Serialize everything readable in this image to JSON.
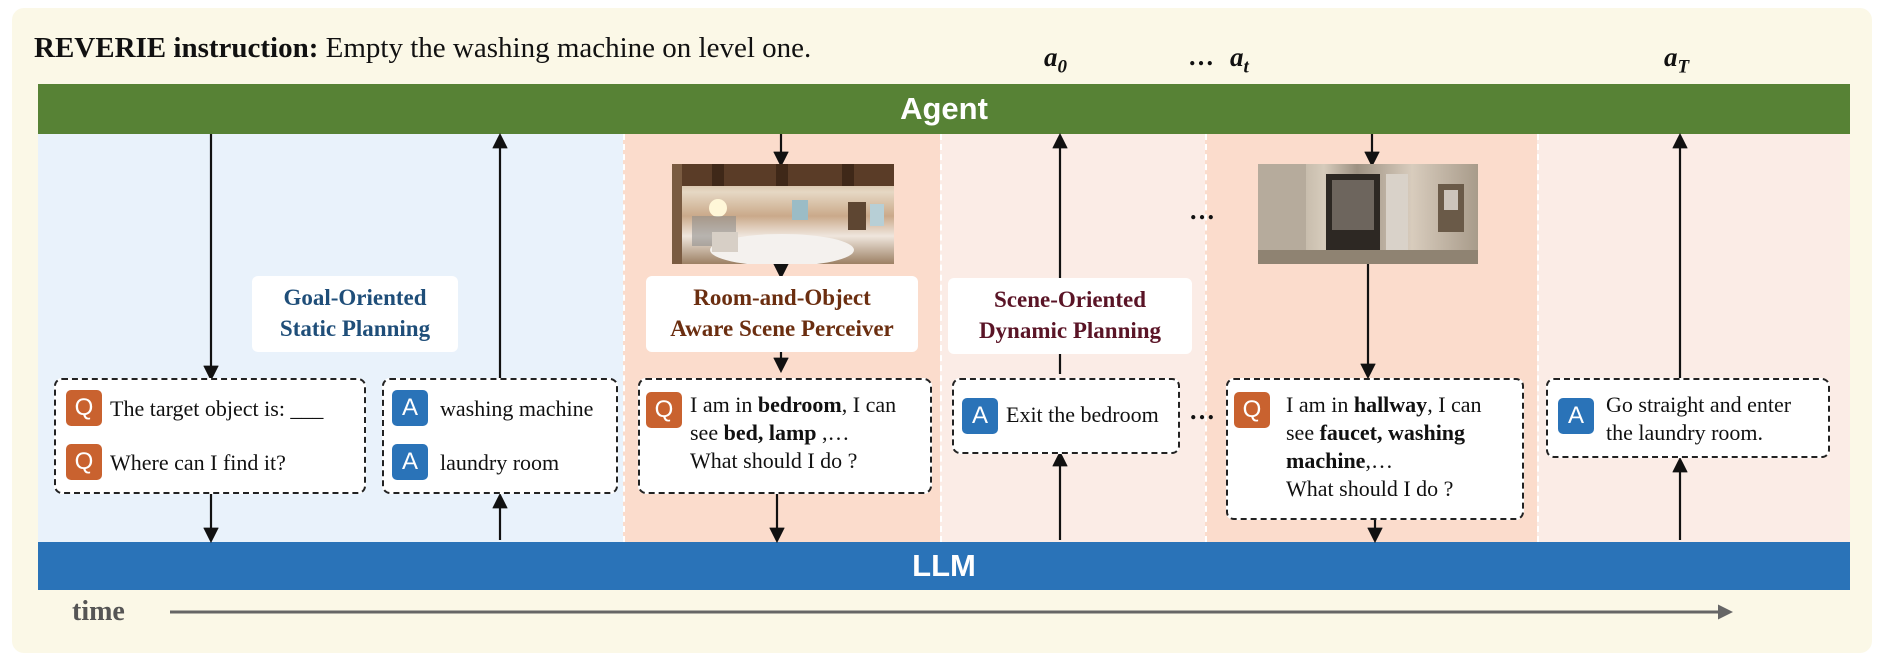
{
  "instruction": {
    "label": "REVERIE instruction:",
    "text": " Empty the washing machine on level one."
  },
  "actions": {
    "a0": "a",
    "a0_sub": "0",
    "dots": "…",
    "at": "a",
    "at_sub": "t",
    "aT": "a",
    "aT_sub": "T"
  },
  "agent": "Agent",
  "llm": "LLM",
  "time": "time",
  "labels": {
    "static_1": "Goal-Oriented",
    "static_2": "Static Planning",
    "perceiver_1": "Room-and-Object",
    "perceiver_2": "Aware Scene Perceiver",
    "dynamic_1": "Scene-Oriented",
    "dynamic_2": "Dynamic Planning"
  },
  "boxes": {
    "q_target": {
      "badge": "Q",
      "text": "The target object is: ___"
    },
    "q_where": {
      "badge": "Q",
      "text": "Where can I find it?"
    },
    "a_wm": {
      "badge": "A",
      "text": "washing machine"
    },
    "a_laundry": {
      "badge": "A",
      "text": "laundry room"
    },
    "q_bedroom": {
      "badge": "Q",
      "p1": "I am in ",
      "b1": "bedroom",
      "p2": ", I can",
      "p3": "see ",
      "b2": "bed, lamp",
      "p4": " ,…",
      "p5": "What should I do ?"
    },
    "a_exit": {
      "badge": "A",
      "text": "Exit the bedroom"
    },
    "q_hallway": {
      "badge": "Q",
      "p1": "I am in ",
      "b1": "hallway",
      "p2": ", I can",
      "p3": "see ",
      "b2": "faucet, washing",
      "b3": "machine",
      "p4": ",…",
      "p5": "What should I do ?"
    },
    "a_go": {
      "badge": "A",
      "l1": "Go straight and enter",
      "l2": "the laundry room."
    }
  },
  "mid_dots": "…",
  "colors": {
    "agent": "#578235",
    "llm": "#2a73b8",
    "static_bg": "#e9f2fb",
    "perceiver_bg": "#fbdccc",
    "planning_bg": "#fbece6",
    "q_badge": "#c9622f",
    "a_badge": "#2a73b8",
    "frame": "#fbf8e7"
  }
}
